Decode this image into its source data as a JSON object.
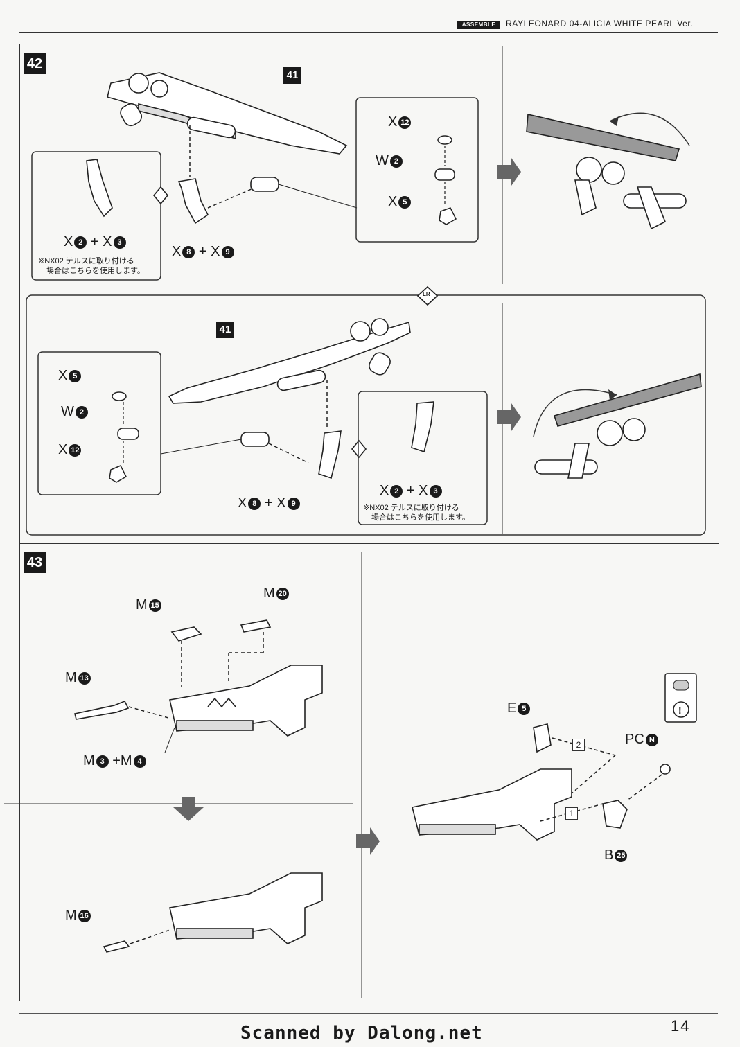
{
  "header": {
    "badge": "ASSEMBLE",
    "title": "RAYLEONARD 04-ALICIA WHITE PEARL Ver."
  },
  "steps": [
    {
      "number": "42"
    },
    {
      "number": "43"
    }
  ],
  "step42": {
    "upper": {
      "part_ref": "41",
      "alt_label": {
        "prefix": "X",
        "n1": "2",
        "plus": "+",
        "prefix2": "X",
        "n2": "3"
      },
      "alt_note": [
        "※NX02 テルスに取り付ける",
        "場合はこちらを使用します。"
      ],
      "main_label": {
        "prefix": "X",
        "n1": "8",
        "plus": "+",
        "prefix2": "X",
        "n2": "9"
      },
      "sub": [
        {
          "prefix": "X",
          "n": "12"
        },
        {
          "prefix": "W",
          "n": "2"
        },
        {
          "prefix": "X",
          "n": "5"
        }
      ]
    },
    "lr_badge": "LR",
    "lower": {
      "part_ref": "41",
      "sub": [
        {
          "prefix": "X",
          "n": "5"
        },
        {
          "prefix": "W",
          "n": "2"
        },
        {
          "prefix": "X",
          "n": "12"
        }
      ],
      "main_label": {
        "prefix": "X",
        "n1": "8",
        "plus": "+",
        "prefix2": "X",
        "n2": "9"
      },
      "alt_label": {
        "prefix": "X",
        "n1": "2",
        "plus": "+",
        "prefix2": "X",
        "n2": "3"
      },
      "alt_note": [
        "※NX02 テルスに取り付ける",
        "場合はこちらを使用します。"
      ]
    }
  },
  "step43": {
    "parts": [
      {
        "prefix": "M",
        "n": "15"
      },
      {
        "prefix": "M",
        "n": "20"
      },
      {
        "prefix": "M",
        "n": "13"
      }
    ],
    "combo": {
      "prefix": "M",
      "n1": "3",
      "plus": "+",
      "prefix2": "M",
      "n2": "4"
    },
    "lower_part": {
      "prefix": "M",
      "n": "16"
    },
    "right": {
      "e": {
        "prefix": "E",
        "n": "5"
      },
      "pc": {
        "prefix": "PC",
        "n": "N"
      },
      "b": {
        "prefix": "B",
        "n": "25"
      },
      "seq1": "1",
      "seq2": "2"
    }
  },
  "footer": {
    "scan": "Scanned by Dalong.net",
    "page": "14"
  }
}
